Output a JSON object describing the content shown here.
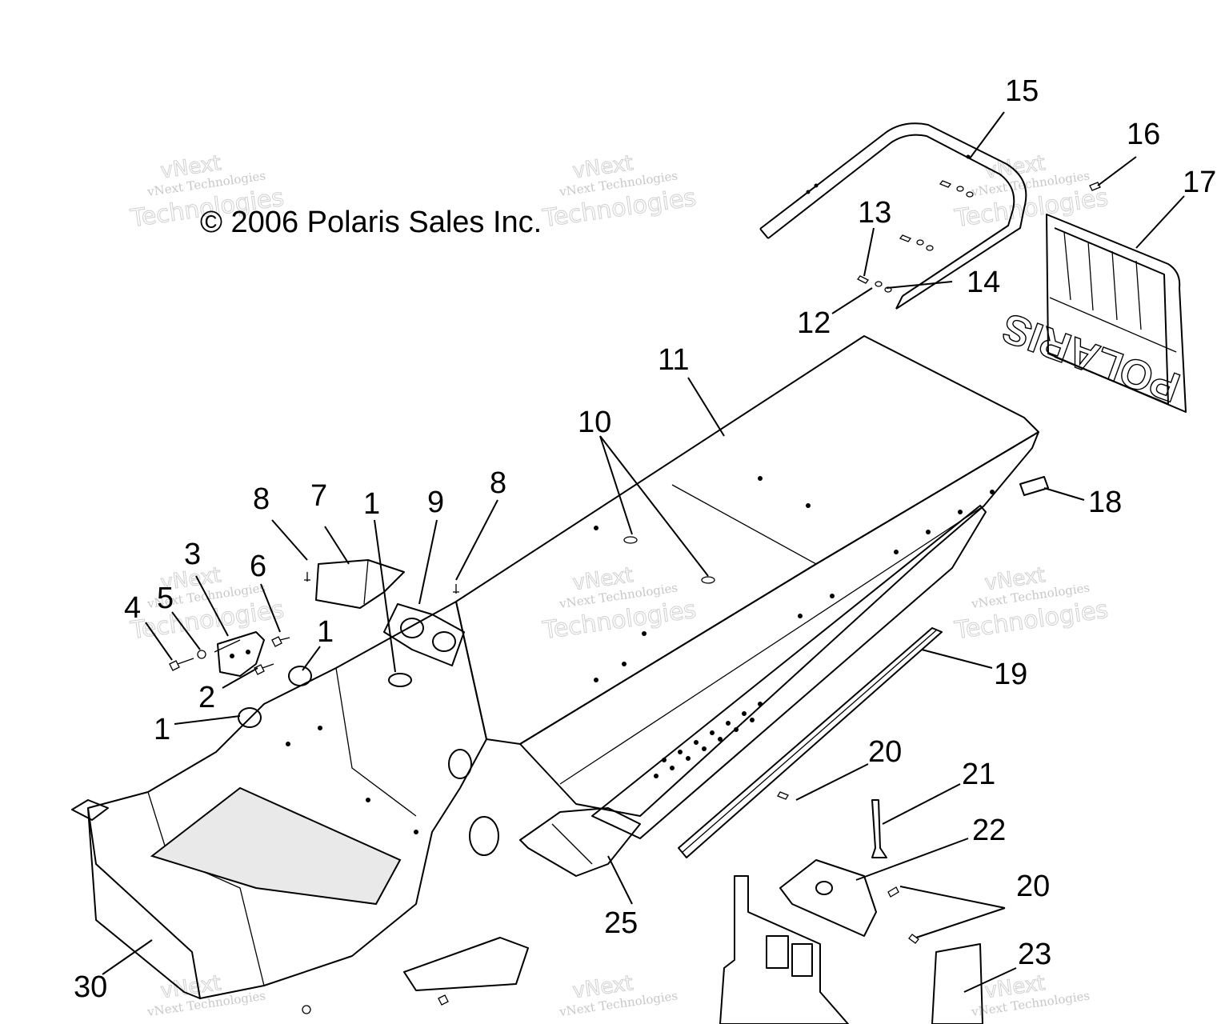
{
  "copyright": "© 2006 Polaris Sales Inc.",
  "watermark": {
    "line1": "vNext Technologies",
    "line2": "vNext",
    "line3": "Technologies"
  },
  "flap_decal": "POLARIS",
  "callouts": [
    {
      "id": "c1a",
      "label": "1"
    },
    {
      "id": "c1b",
      "label": "1"
    },
    {
      "id": "c1c",
      "label": "1"
    },
    {
      "id": "c2",
      "label": "2"
    },
    {
      "id": "c3",
      "label": "3"
    },
    {
      "id": "c4",
      "label": "4"
    },
    {
      "id": "c5",
      "label": "5"
    },
    {
      "id": "c6",
      "label": "6"
    },
    {
      "id": "c7",
      "label": "7"
    },
    {
      "id": "c8a",
      "label": "8"
    },
    {
      "id": "c8b",
      "label": "8"
    },
    {
      "id": "c9",
      "label": "9"
    },
    {
      "id": "c10",
      "label": "10"
    },
    {
      "id": "c11",
      "label": "11"
    },
    {
      "id": "c12",
      "label": "12"
    },
    {
      "id": "c13",
      "label": "13"
    },
    {
      "id": "c14",
      "label": "14"
    },
    {
      "id": "c15",
      "label": "15"
    },
    {
      "id": "c16",
      "label": "16"
    },
    {
      "id": "c17",
      "label": "17"
    },
    {
      "id": "c18",
      "label": "18"
    },
    {
      "id": "c19",
      "label": "19"
    },
    {
      "id": "c20a",
      "label": "20"
    },
    {
      "id": "c20b",
      "label": "20"
    },
    {
      "id": "c21",
      "label": "21"
    },
    {
      "id": "c22",
      "label": "22"
    },
    {
      "id": "c23",
      "label": "23"
    },
    {
      "id": "c25",
      "label": "25"
    },
    {
      "id": "c30",
      "label": "30"
    }
  ]
}
